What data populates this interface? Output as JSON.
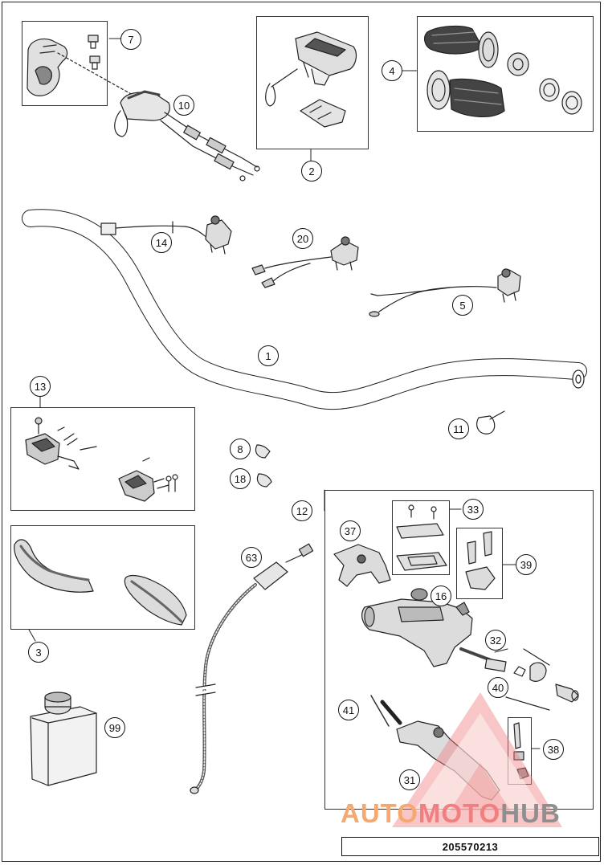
{
  "diagram": {
    "part_number": "205570213",
    "callouts": [
      "7",
      "10",
      "2",
      "4",
      "14",
      "20",
      "5",
      "1",
      "13",
      "11",
      "8",
      "18",
      "12",
      "33",
      "37",
      "39",
      "63",
      "16",
      "3",
      "32",
      "40",
      "41",
      "99",
      "38",
      "31"
    ],
    "watermark": {
      "part1": "AUTO",
      "part2": "MOTO",
      "part3": "HUB"
    }
  },
  "colors": {
    "line": "#222222",
    "part_fill": "#dcdcdc",
    "dark_fill": "#555555",
    "watermark_red": "#f08080",
    "watermark_orange": "#f7a870",
    "watermark_grey": "#8f8f8f"
  }
}
